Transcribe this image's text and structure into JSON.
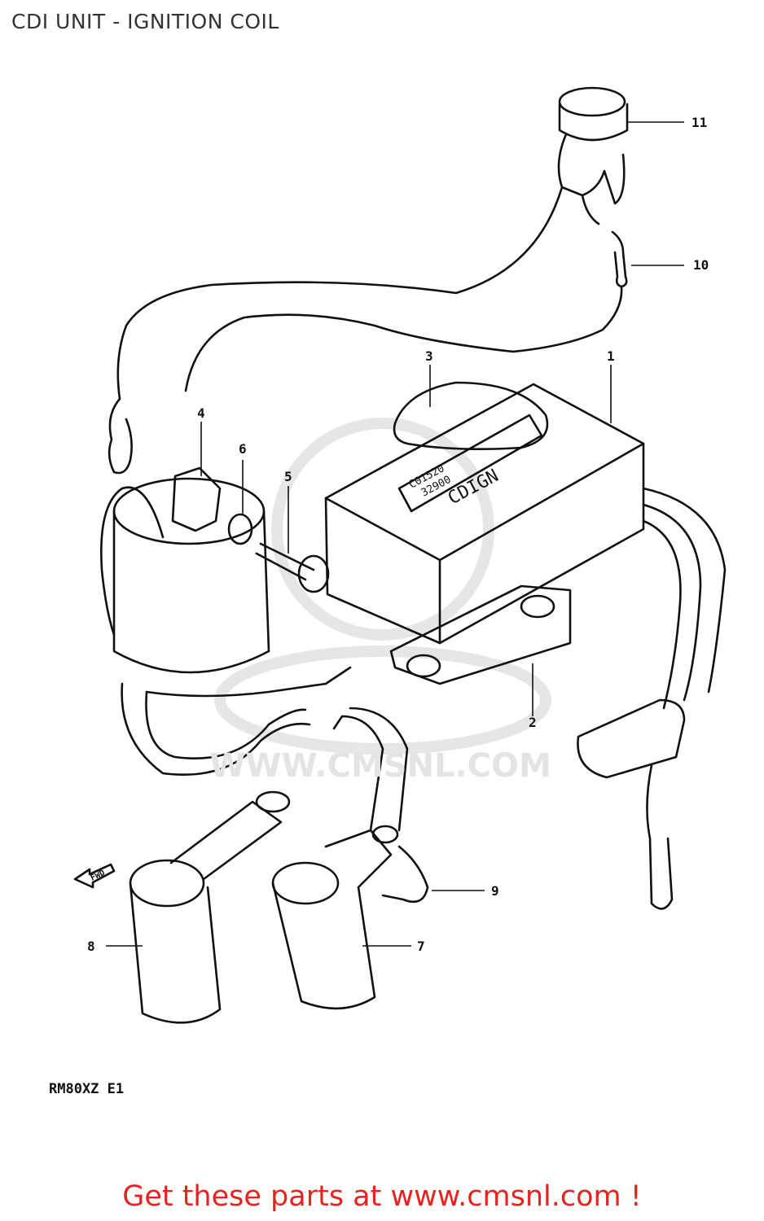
{
  "title": "CDI UNIT - IGNITION COIL",
  "watermark": "WWW.CMSNL.COM",
  "model_code": "RM80XZ  E1",
  "cdi_box_text": [
    "C01520",
    "32900",
    "CDIGN"
  ],
  "forward_label": "FWD",
  "callouts": [
    {
      "id": "11",
      "label": "11"
    },
    {
      "id": "10",
      "label": "10"
    },
    {
      "id": "3",
      "label": "3"
    },
    {
      "id": "1",
      "label": "1"
    },
    {
      "id": "4",
      "label": "4"
    },
    {
      "id": "6",
      "label": "6"
    },
    {
      "id": "5",
      "label": "5"
    },
    {
      "id": "2",
      "label": "2"
    },
    {
      "id": "9",
      "label": "9"
    },
    {
      "id": "8",
      "label": "8"
    },
    {
      "id": "7",
      "label": "7"
    }
  ],
  "footer": {
    "link_text": "Get these parts at www.cmsnl.com !",
    "color": "#e8231f"
  }
}
